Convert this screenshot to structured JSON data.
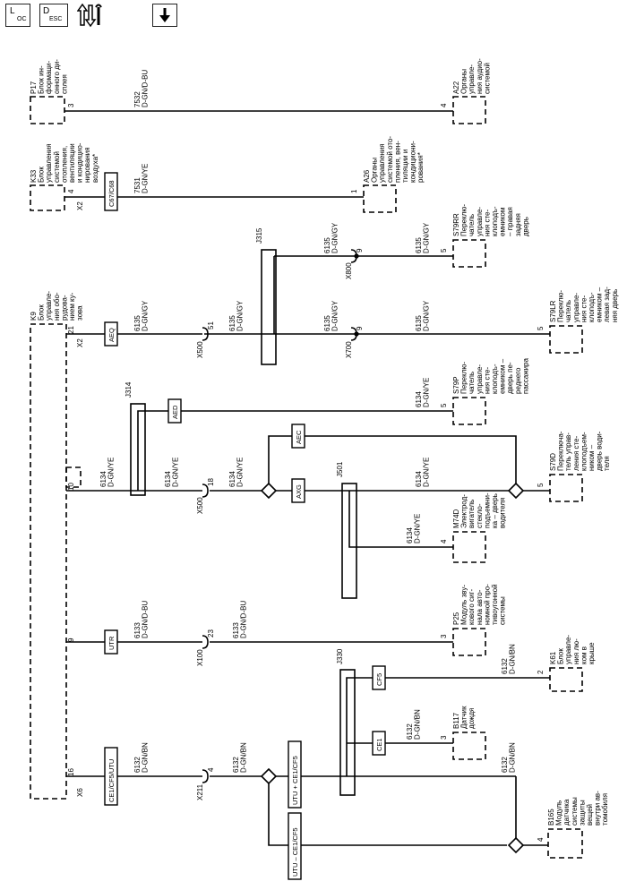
{
  "toolbar": {
    "loc_main": "L",
    "loc_sub": "OC",
    "desc_main": "D",
    "desc_sub": "ESC",
    "buttons": [
      {
        "name": "location-view-button",
        "icon": "location-icon"
      },
      {
        "name": "description-view-button",
        "icon": "description-icon"
      },
      {
        "name": "connector-info-button",
        "icon": "arrows-wrench-icon"
      },
      {
        "name": "download-button",
        "icon": "arrow-down-icon"
      }
    ]
  },
  "components": {
    "p17": [
      "P17",
      "Блок ин-",
      "формаци-",
      "онного ди-",
      "сплея"
    ],
    "a22": [
      "A22",
      "Органы",
      "управле-",
      "ния аудио-",
      "системой"
    ],
    "k33": [
      "K33",
      "Блок",
      "управления",
      "системой",
      "отопления,",
      "вентиляции",
      "и кондицио-",
      "нирования",
      "воздуха*"
    ],
    "a26": [
      "A26",
      "Органы",
      "управления",
      "системой ото-",
      "пления, вен-",
      "тиляции и",
      "кондициони-",
      "рования*"
    ],
    "k9": [
      "K9",
      "Блок",
      "управле-",
      "ния обо-",
      "рудова-",
      "нием ку-",
      "зова"
    ],
    "s79rr": [
      "S79RR",
      "Переклю-",
      "чатель",
      "управле-",
      "ния сте-",
      "клоподъ-",
      "емником",
      "– правая",
      "задняя",
      "дверь"
    ],
    "s79lr": [
      "S79LR",
      "Переклю-",
      "чатель",
      "управле-",
      "ния сте-",
      "клоподъ-",
      "емником –",
      "левая зад-",
      "няя дверь"
    ],
    "s79p": [
      "S79P",
      "Переклю-",
      "чатель",
      "управле-",
      "ния сте-",
      "клоподъ-",
      "емником –",
      "дверь пе-",
      "реднего",
      "пассажира"
    ],
    "s79d": [
      "S79D",
      "Переключа-",
      "тель управ-",
      "ления сте-",
      "клоподъем-",
      "ником –",
      "дверь води-",
      "теля"
    ],
    "m74d": [
      "M74D",
      "Электрод-",
      "вигатель",
      "стекло-",
      "подъемни-",
      "ка – дверь",
      "водителя"
    ],
    "p25": [
      "P25",
      "Модуль зву-",
      "кового сиг-",
      "нала авто-",
      "номной про-",
      "тивоугонной",
      "системы"
    ],
    "k61": [
      "K61",
      "Блок",
      "управле-",
      "ния лю-",
      "ком в",
      "крыше"
    ],
    "b117": [
      "B117",
      "Датчик",
      "дождя"
    ],
    "b165": [
      "B165",
      "Модуль",
      "датчика",
      "системы",
      "защиты",
      "вещей",
      "внутри ав-",
      "томобиля"
    ]
  },
  "wires": {
    "w7532": [
      "7532",
      "D-GN/D-BU"
    ],
    "w7531": [
      "7531",
      "D-GN/YE"
    ],
    "w6135": [
      "6135",
      "D-GN/GY"
    ],
    "w6134": [
      "6134",
      "D-GN/YE"
    ],
    "w6133": [
      "6133",
      "D-GN/D-BU"
    ],
    "w6132": [
      "6132",
      "D-GN/BN"
    ]
  },
  "pins": {
    "p17_3": "3",
    "a22_4": "4",
    "k33_4": "4",
    "a26_1": "1",
    "k9_21": "21",
    "k9_10": "10",
    "k9_9": "9",
    "k9_16": "16",
    "x500_51": "51",
    "x500_18": "18",
    "x700_9": "9",
    "x800_9": "9",
    "x100_23": "23",
    "x211_4": "4",
    "s79rr_5": "5",
    "s79lr_5": "5",
    "s79p_5": "5",
    "s79d_5": "5",
    "m74d_4": "4",
    "p25_3": "3",
    "k61_2": "2",
    "b117_3": "3",
    "b165_4": "4"
  },
  "connectors": {
    "x2_k33": "X2",
    "x2_k9": "X2",
    "x6": "X6",
    "x500a": "X500",
    "x500b": "X500",
    "x700": "X700",
    "x800": "X800",
    "x100": "X100",
    "x211": "X211"
  },
  "splices": {
    "j315": "J315",
    "j314": "J314",
    "j501": "J501",
    "j330": "J330"
  },
  "options": {
    "c67c68": "C67/C68",
    "aeq": "AEQ",
    "aed": "AED",
    "aec": "AEC",
    "axg": "AXG",
    "utr": "UTR",
    "ce1cf5utu": "CE1/CF5/UTU",
    "utu_ce1_cf5": "UTU + CE1/CF5",
    "utu_minus": "UTU – CE1/CF5",
    "cf5": "CF5",
    "ce1": "CE1"
  }
}
